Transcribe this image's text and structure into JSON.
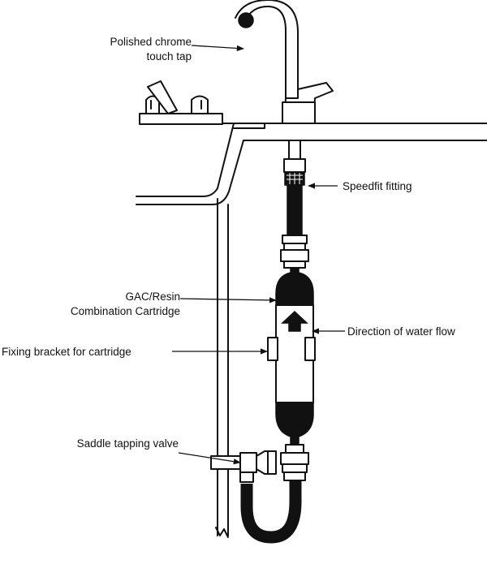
{
  "diagram": {
    "labels": {
      "tap_line1": "Polished chrome",
      "tap_line2": "touch tap",
      "speedfit": "Speedfit fitting",
      "cartridge_line1": "GAC/Resin",
      "cartridge_line2": "Combination Cartridge",
      "flow": "Direction of water flow",
      "bracket": "Fixing bracket for cartridge",
      "saddle": "Saddle tapping valve"
    },
    "colors": {
      "ink": "#111111",
      "background": "#ffffff"
    }
  }
}
